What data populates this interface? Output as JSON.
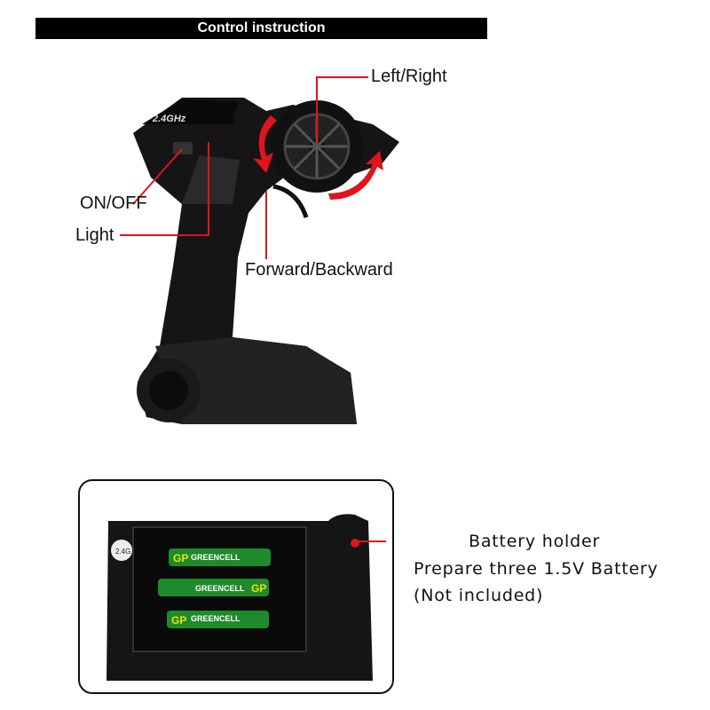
{
  "header": {
    "title": "Control instruction"
  },
  "labels": {
    "left_right": "Left/Right",
    "on_off": "ON/OFF",
    "light": "Light",
    "forward_backward": "Forward/Backward"
  },
  "product_marks": {
    "frequency": "2.4GHz",
    "battery_brand": "GP",
    "battery_name": "GREENCELL",
    "sticker": "2.4G"
  },
  "battery": {
    "title": "Battery holder",
    "line1": "Prepare three 1.5V Battery",
    "line2": "(Not included)"
  },
  "colors": {
    "accent": "#e0141b",
    "header_bg": "#000000",
    "battery_green": "#1f8a2c"
  }
}
